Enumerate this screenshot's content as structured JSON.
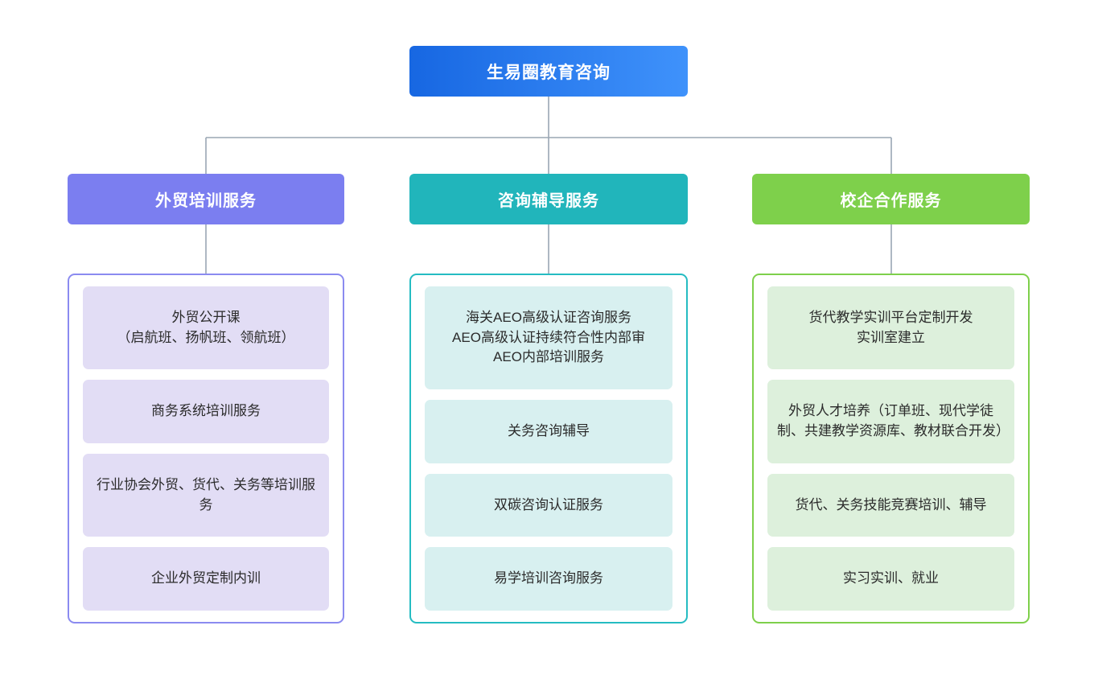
{
  "root": {
    "label": "生易圈教育咨询",
    "gradient_from": "#1767e2",
    "gradient_to": "#3f92fb"
  },
  "connector_color": "#9aa7b4",
  "columns": [
    {
      "header": "外贸培训服务",
      "header_color": "#7b7ef0",
      "border_color": "#8b8bf0",
      "card_color": "#e2ddf5",
      "items": [
        "外贸公开课\n（启航班、扬帆班、领航班）",
        "商务系统培训服务",
        "行业协会外贸、货代、关务等培训服务",
        "企业外贸定制内训"
      ]
    },
    {
      "header": "咨询辅导服务",
      "header_color": "#21b5bb",
      "border_color": "#25bcc2",
      "card_color": "#d8f0f0",
      "items": [
        "海关AEO高级认证咨询服务\nAEO高级认证持续符合性内部审\nAEO内部培训服务",
        "关务咨询辅导",
        "双碳咨询认证服务",
        "易学培训咨询服务"
      ]
    },
    {
      "header": "校企合作服务",
      "header_color": "#7ed04b",
      "border_color": "#7ed04b",
      "card_color": "#ddf0dc",
      "items": [
        "货代教学实训平台定制开发\n实训室建立",
        "外贸人才培养（订单班、现代学徒制、共建教学资源库、教材联合开发）",
        "货代、关务技能竞赛培训、辅导",
        "实习实训、就业"
      ]
    }
  ]
}
